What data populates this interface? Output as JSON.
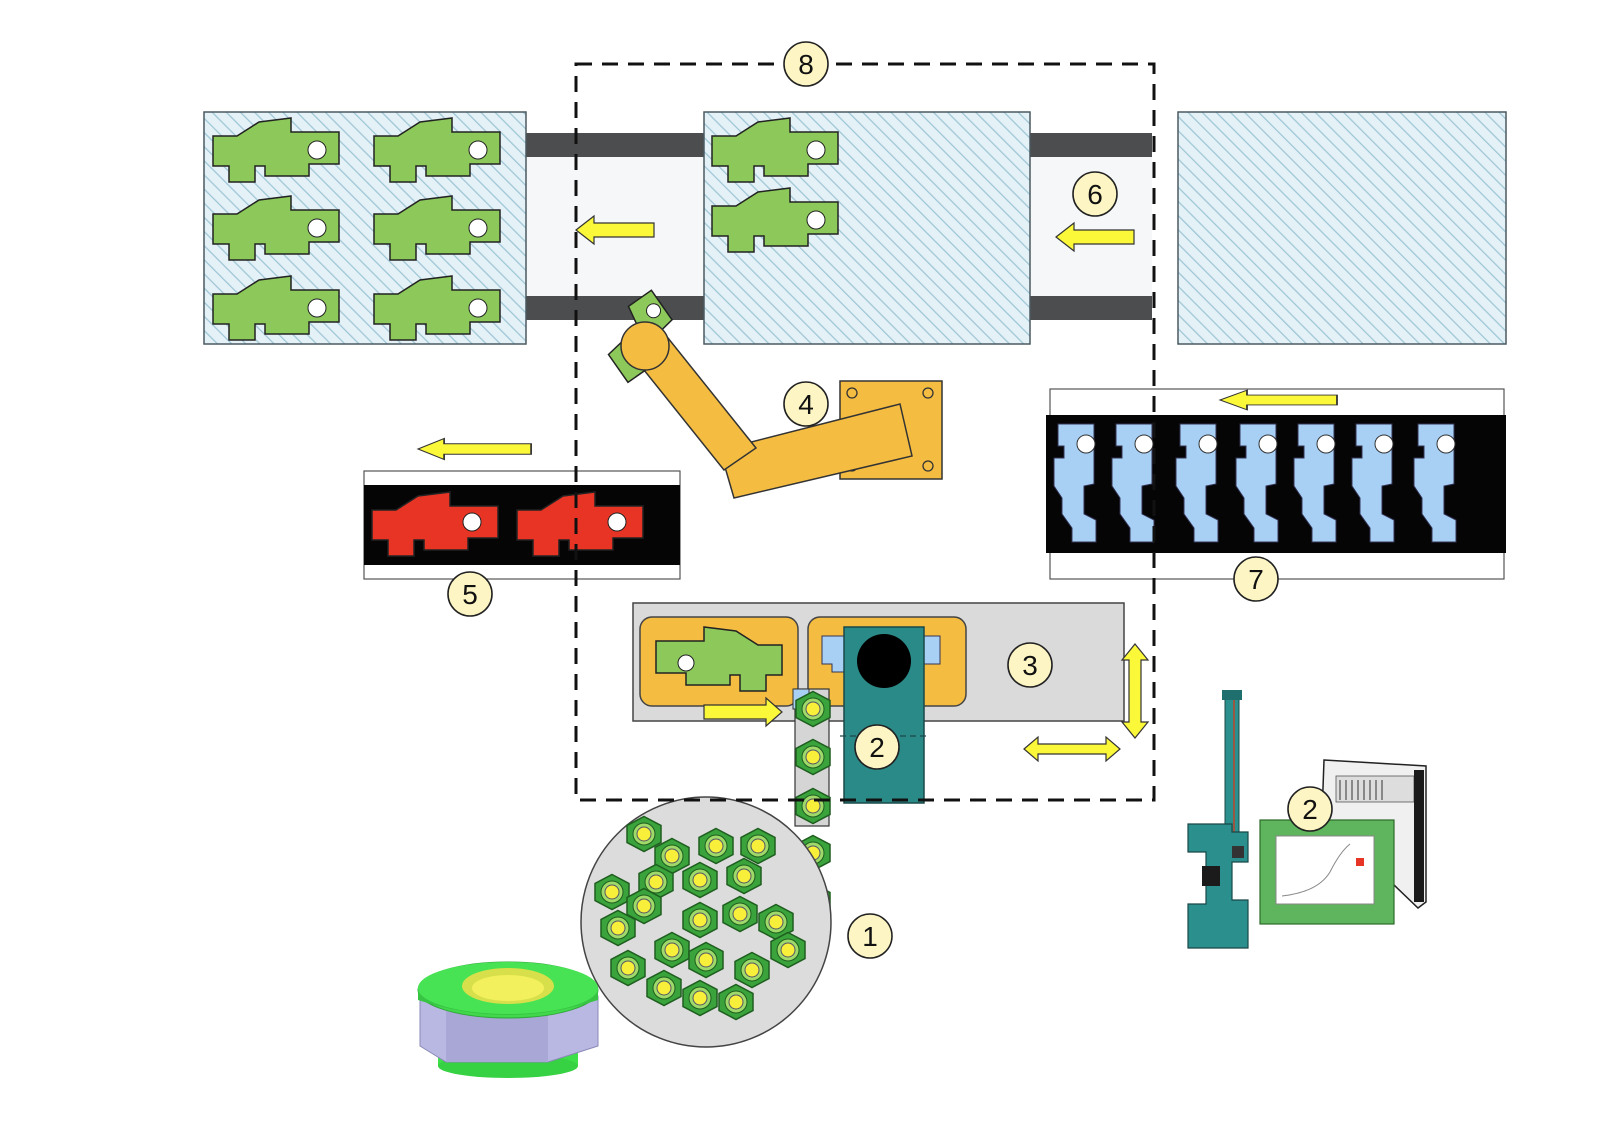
{
  "diagram": {
    "labels": [
      {
        "id": "feeder",
        "text": "1"
      },
      {
        "id": "press-station",
        "text": "2"
      },
      {
        "id": "controller",
        "text": "2"
      },
      {
        "id": "shuttle-table",
        "text": "3"
      },
      {
        "id": "robot",
        "text": "4"
      },
      {
        "id": "reject-conveyor",
        "text": "5"
      },
      {
        "id": "pallet-conveyor",
        "text": "6"
      },
      {
        "id": "infeed-conveyor",
        "text": "7"
      },
      {
        "id": "safety-zone",
        "text": "8"
      }
    ],
    "colors": {
      "part_good": "#8cc85a",
      "part_reject": "#e83424",
      "part_raw": "#a8d0f5",
      "robot": "#f4bd42",
      "press": "#2a8a88",
      "arrow": "#fbf83a",
      "badge": "#fdf6c4",
      "nut_green": "#3aa33c",
      "nut_yellow": "#f8ef3a",
      "pallet": "#dcecf2"
    },
    "icons": [
      "nut-icon",
      "press-icon",
      "controller-icon",
      "robot-arm-icon",
      "bracket-part-icon"
    ]
  }
}
